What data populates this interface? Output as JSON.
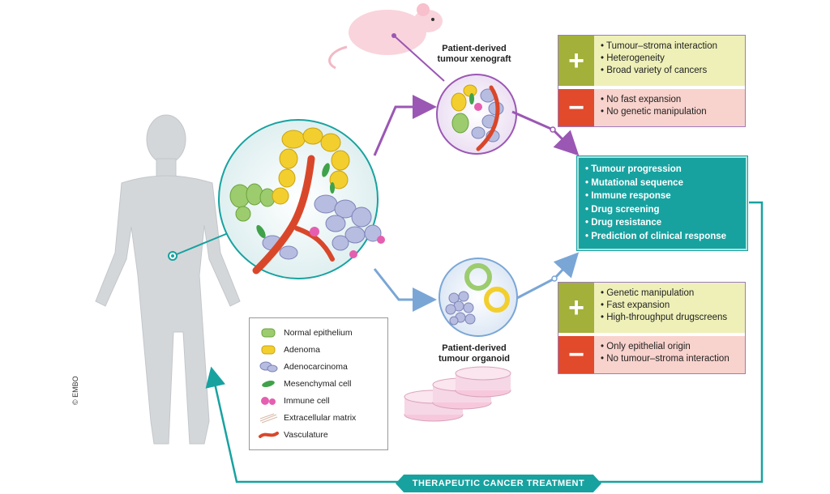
{
  "pdx": {
    "label": "Patient-derived\ntumour xenograft",
    "pros": [
      "Tumour–stroma interaction",
      "Heterogeneity",
      "Broad variety of cancers"
    ],
    "cons": [
      "No fast expansion",
      "No genetic manipulation"
    ]
  },
  "organoid": {
    "label": "Patient-derived\ntumour organoid",
    "pros": [
      "Genetic manipulation",
      "Fast expansion",
      "High-throughput drugscreens"
    ],
    "cons": [
      "Only epithelial origin",
      "No tumour–stroma interaction"
    ]
  },
  "signs": {
    "plus": "+",
    "minus": "−"
  },
  "applications": [
    "Tumour progression",
    "Mutational sequence",
    "Immune response",
    "Drug screening",
    "Drug resistance",
    "Prediction of clinical response"
  ],
  "legend": [
    {
      "label": "Normal epithelium",
      "icon": "normal-epithelium-icon"
    },
    {
      "label": "Adenoma",
      "icon": "adenoma-icon"
    },
    {
      "label": "Adenocarcinoma",
      "icon": "adenocarcinoma-icon"
    },
    {
      "label": "Mesenchymal cell",
      "icon": "mesenchymal-cell-icon"
    },
    {
      "label": "Immune cell",
      "icon": "immune-cell-icon"
    },
    {
      "label": "Extracellular matrix",
      "icon": "extracellular-matrix-icon"
    },
    {
      "label": "Vasculature",
      "icon": "vasculature-icon"
    }
  ],
  "treatment_label": "THERAPEUTIC CANCER TREATMENT",
  "copyright": "© EMBO",
  "colors": {
    "teal": "#17a2a0",
    "purple": "#9b57b4",
    "blue": "#7aa6d6",
    "normal": "#9ccc6e",
    "adenoma": "#f2cf2e",
    "adenocarcinoma": "#b7bde0",
    "vessel": "#d9472b",
    "immune": "#e55fb0"
  }
}
